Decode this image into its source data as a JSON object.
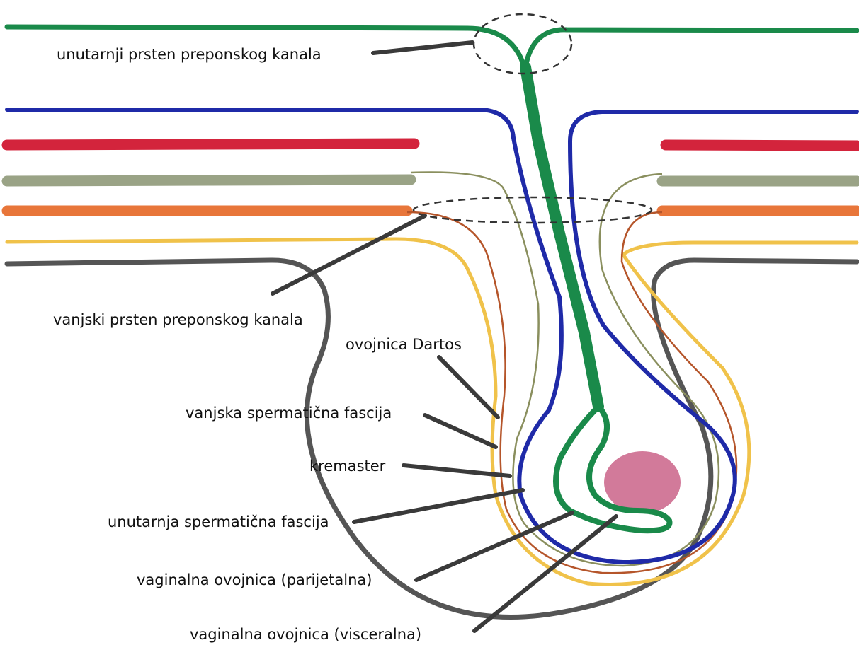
{
  "labels": {
    "deep_ring": "unutarnji prsten preponskog kanala",
    "superficial_ring": "vanjski prsten preponskog kanala",
    "dartos": "ovojnica Dartos",
    "external_fascia": "vanjska spermatična fascija",
    "cremaster": "kremaster",
    "internal_fascia": "unutarnja spermatična fascija",
    "parietal": "vaginalna ovojnica (parijetalna)",
    "visceral": "vaginalna ovojnica (visceralna)"
  },
  "layer_colors": {
    "peritoneum": "#1a8a4a",
    "transversalis": "#1f2aa8",
    "muscle": "#d3243c",
    "internal_oblique": "#9aa386",
    "external_oblique": "#e8763a",
    "superficial_fascia": "#f0c24a",
    "skin": "#555555",
    "cremaster_line": "#b5552a",
    "external_fascia_line": "#8a8f5e",
    "testis": "#d27a9a"
  }
}
